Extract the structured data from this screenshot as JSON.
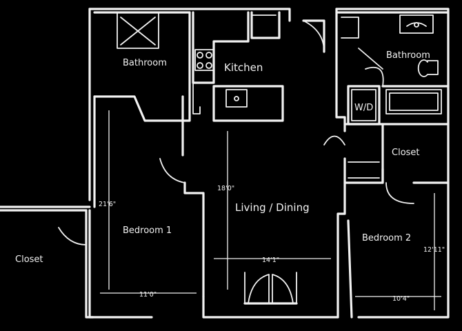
{
  "rooms": {
    "bathroom_left": "Bathroom",
    "kitchen": "Kitchen",
    "bathroom_right": "Bathroom",
    "wd": "W/D",
    "closet_right": "Closet",
    "living_dining": "Living / Dining",
    "bedroom_1": "Bedroom 1",
    "bedroom_2": "Bedroom 2",
    "closet_left": "Closet"
  },
  "dimensions": {
    "bedroom1_height": "21'6\"",
    "bedroom1_width": "11'0\"",
    "living_height": "18'0\"",
    "living_width": "14'1\"",
    "bedroom2_height": "12'11\"",
    "bedroom2_width": "10'4\""
  },
  "colors": {
    "background": "#000000",
    "line": "#f2f2f2"
  }
}
